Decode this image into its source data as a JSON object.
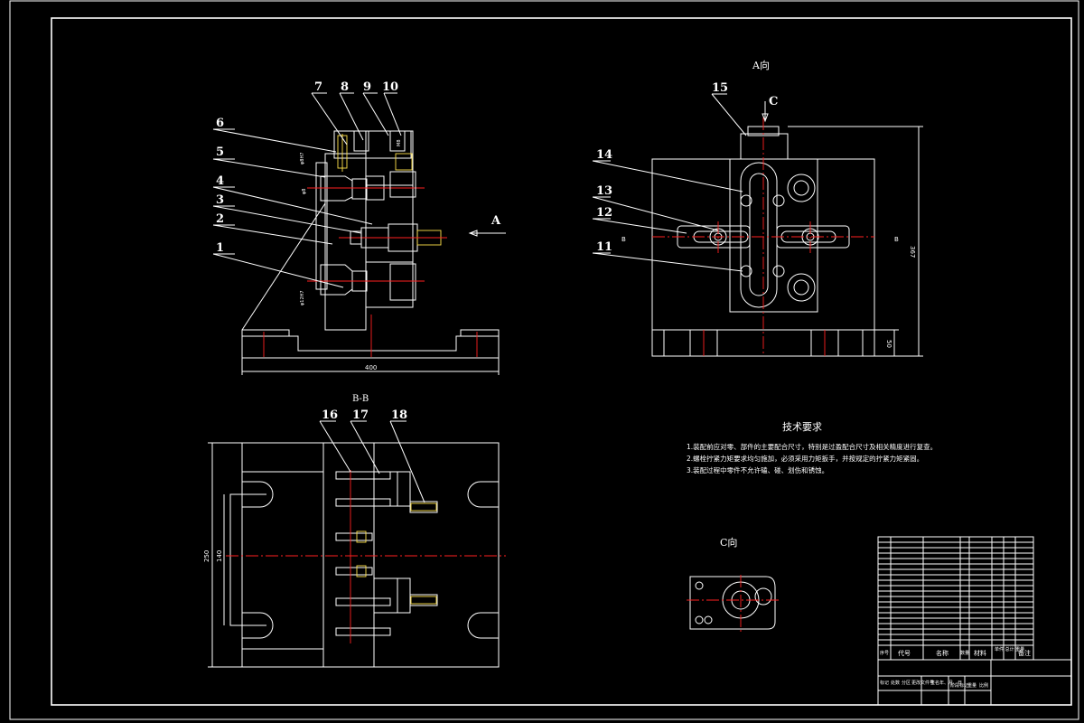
{
  "views": {
    "view_a_label": "A向",
    "view_c_label": "C向",
    "section_label": "B-B",
    "arrow_a": "A",
    "arrow_c": "C",
    "section_mark_left": "B",
    "section_mark_right": "B"
  },
  "part_numbers": [
    "1",
    "2",
    "3",
    "4",
    "5",
    "6",
    "7",
    "8",
    "9",
    "10",
    "11",
    "12",
    "13",
    "14",
    "15",
    "16",
    "17",
    "18"
  ],
  "dimensions": {
    "front_width": "400",
    "a_height": "367",
    "a_base": "50",
    "section_height_outer": "250",
    "section_height_inner": "140"
  },
  "tech_requirements": {
    "title": "技术要求",
    "items": [
      "1.装配前应对零、部件的主要配合尺寸，特别是过盈配合尺寸及相关精度进行复查。",
      "2.螺栓拧紧力矩要求均匀施加，必须采用力矩扳手，并按规定的拧紧力矩紧固。",
      "3.装配过程中零件不允许磕、碰、划伤和锈蚀。"
    ]
  },
  "title_block": {
    "headers": [
      "序号",
      "代号",
      "名称",
      "数量",
      "材料",
      "单件 总计 重量",
      "备注"
    ],
    "footer": [
      "标记",
      "处数",
      "分区",
      "更改文件号",
      "签名",
      "年、月、日"
    ],
    "stage": [
      "阶段标记",
      "重量",
      "比例"
    ]
  },
  "colors": {
    "background": "#000000",
    "outline": "#ffffff",
    "centerline": "#ff2020",
    "thread": "#ffe14a",
    "dimension": "#36ff5a"
  }
}
